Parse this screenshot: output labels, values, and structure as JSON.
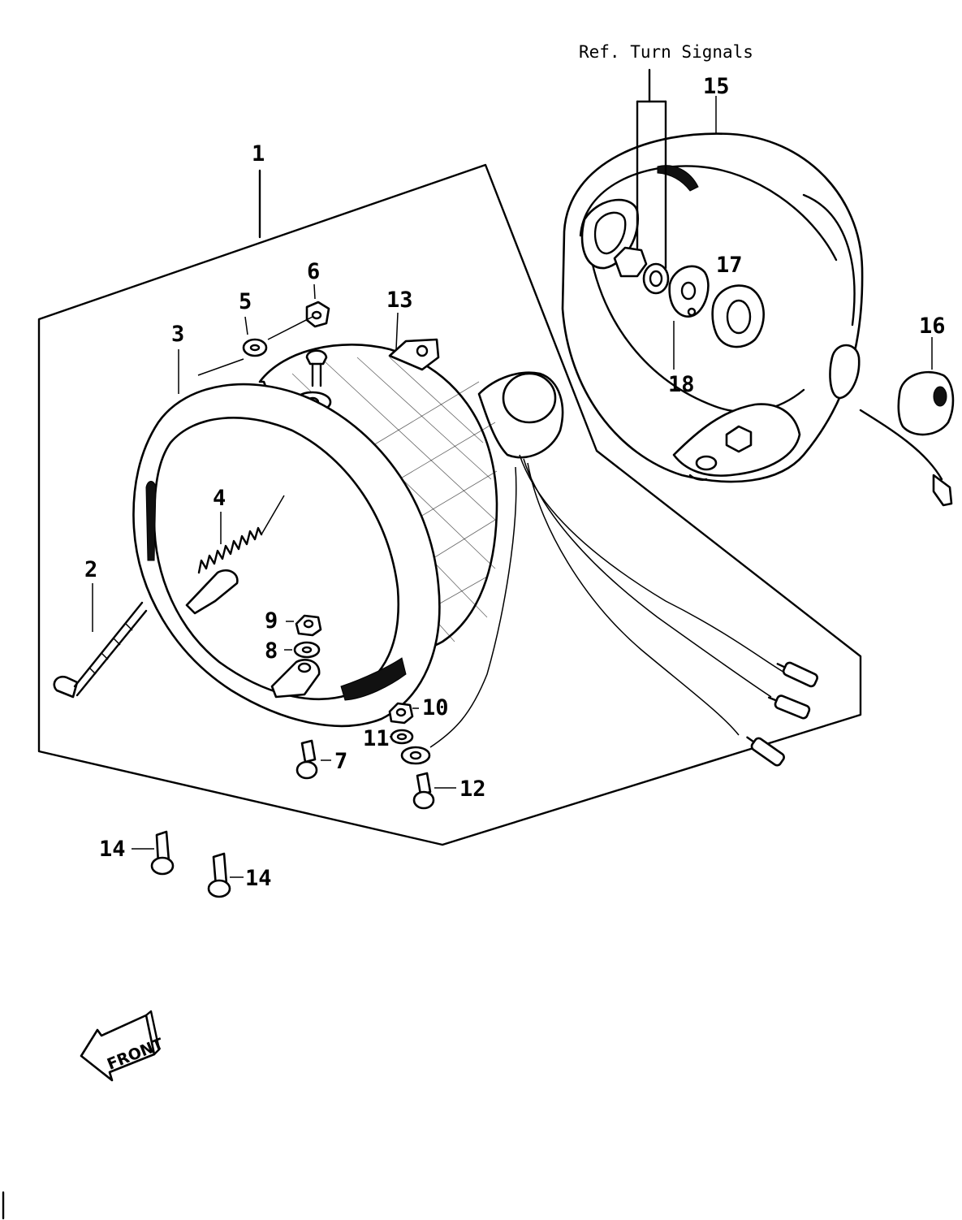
{
  "reference": {
    "turn_signals": "Ref.  Turn Signals"
  },
  "callouts": {
    "p1": "1",
    "p2": "2",
    "p3": "3",
    "p4": "4",
    "p5": "5",
    "p6": "6",
    "p7": "7",
    "p8": "8",
    "p9": "9",
    "p10": "10",
    "p11": "11",
    "p12": "12",
    "p13": "13",
    "p14a": "14",
    "p14b": "14",
    "p15": "15",
    "p16": "16",
    "p17": "17",
    "p18": "18"
  },
  "front_arrow": {
    "label": "FRONT"
  }
}
